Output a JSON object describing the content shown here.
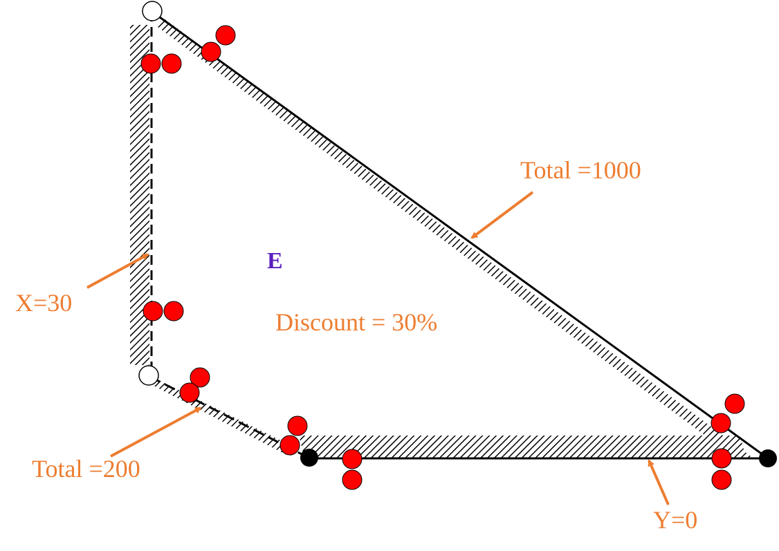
{
  "colors": {
    "annotation": "#ED7D31",
    "region_label": "#5B1FBF",
    "line": "#000000",
    "test_point": "#FF0000",
    "open_point": "#FFFFFF",
    "closed_point": "#000000"
  },
  "labels": {
    "total_1000": "Total =1000",
    "x_30": "X=30",
    "discount": "Discount = 30%",
    "region": "E",
    "total_200": "Total =200",
    "y_0": "Y=0"
  },
  "boundaries": {
    "x_equals_30": {
      "style": "dashed",
      "included": false
    },
    "total_equals_200": {
      "style": "dashed",
      "included": false
    },
    "total_equals_1000": {
      "style": "solid",
      "included": true
    },
    "y_equals_0": {
      "style": "solid",
      "included": true
    }
  },
  "vertices": [
    {
      "name": "top",
      "kind": "open"
    },
    {
      "name": "bottom-left",
      "kind": "open"
    },
    {
      "name": "lower-middle",
      "kind": "closed"
    },
    {
      "name": "right",
      "kind": "closed"
    }
  ]
}
